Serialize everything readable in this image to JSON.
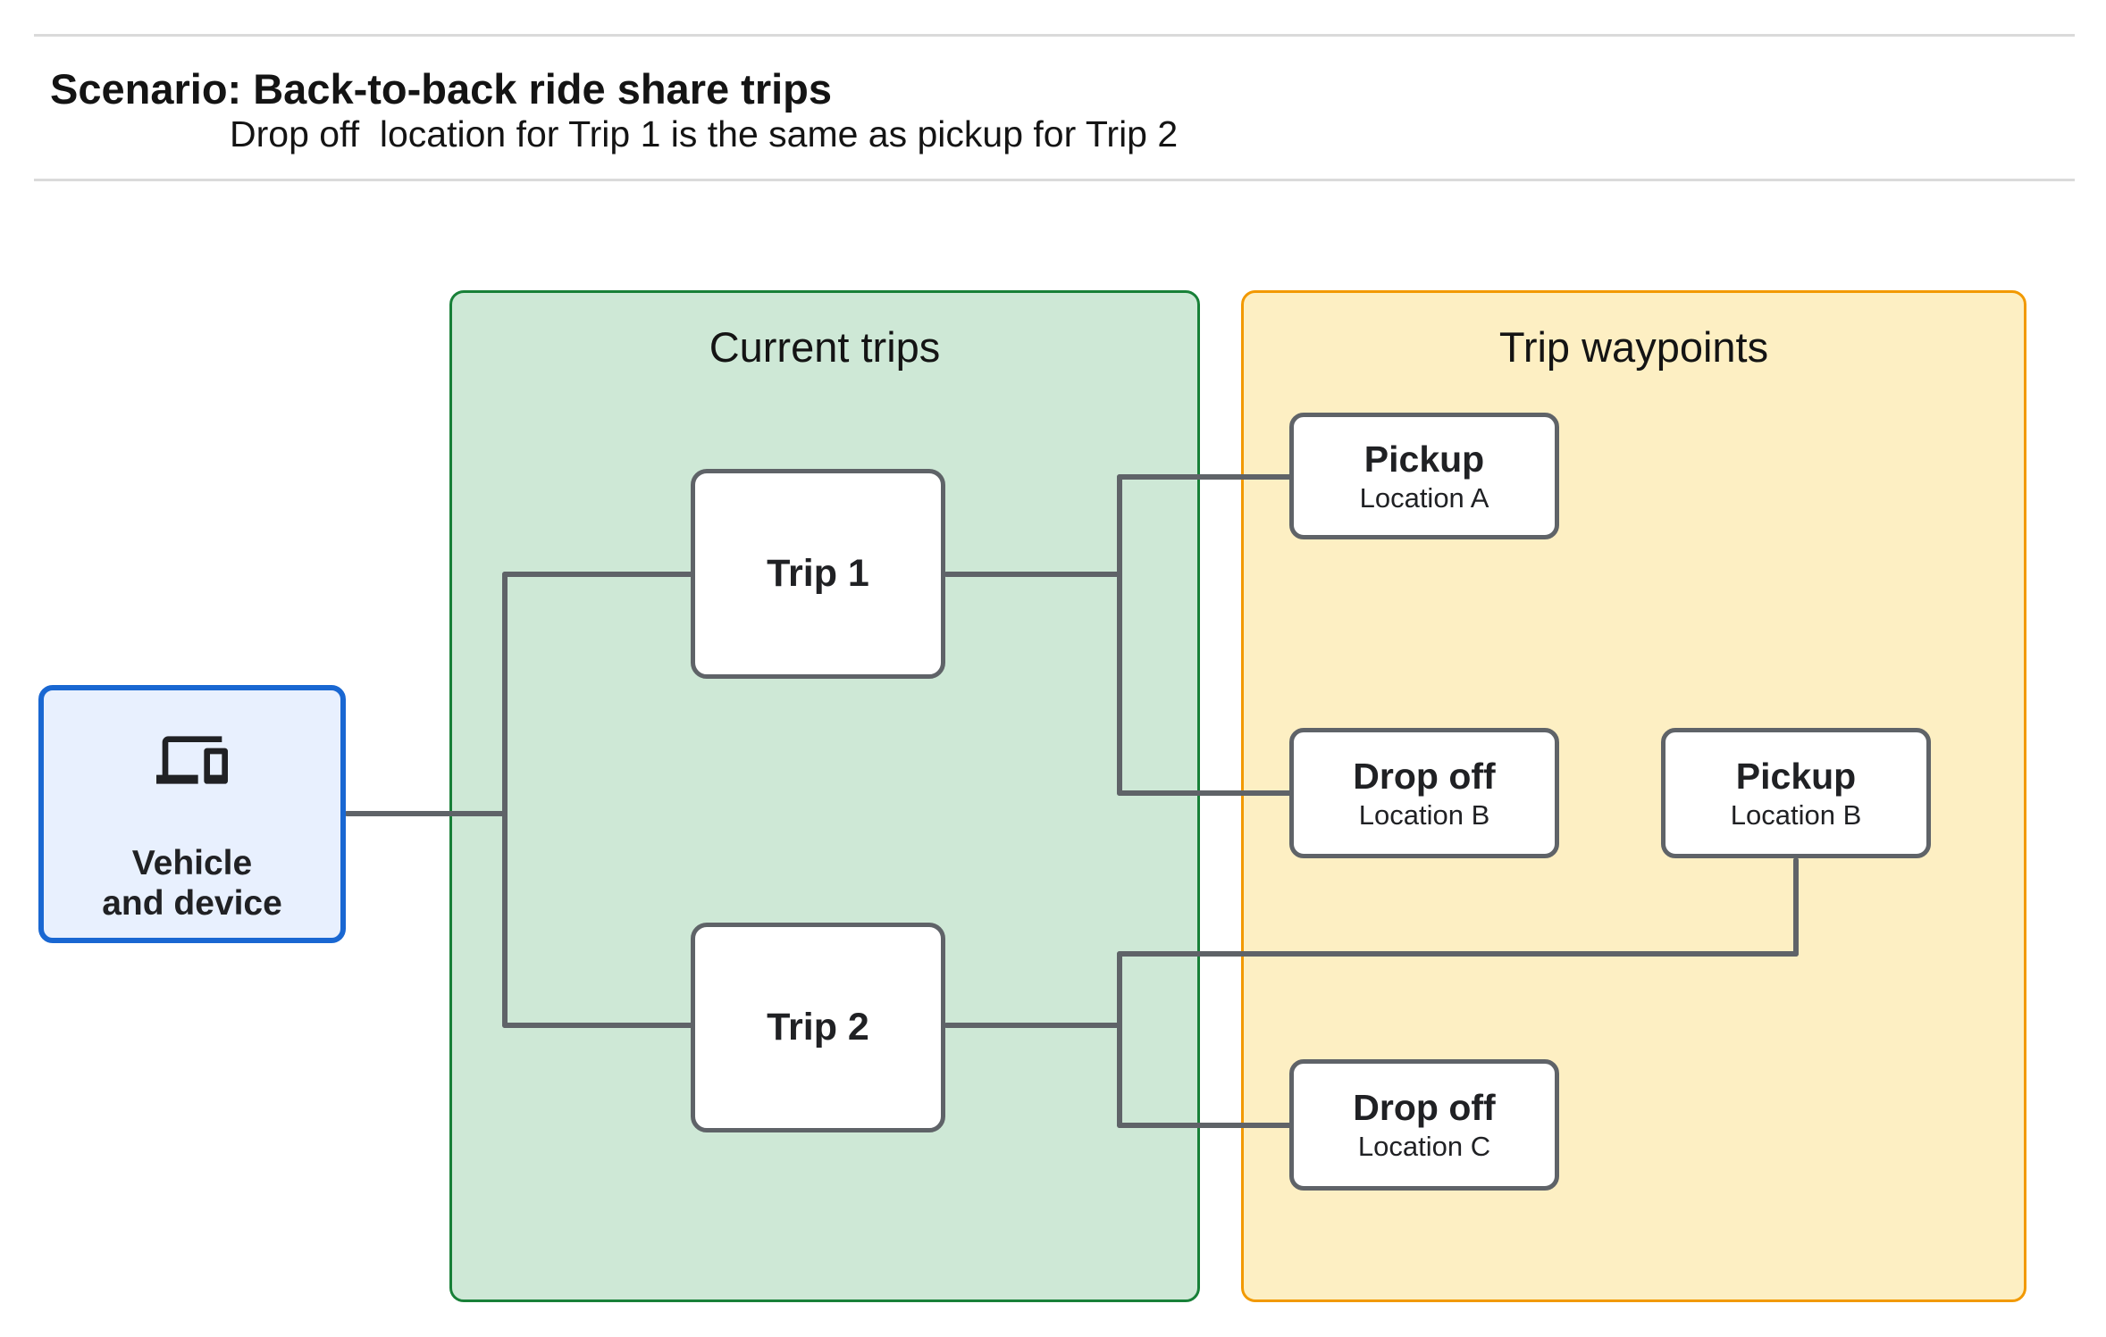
{
  "header": {
    "title": "Scenario: Back-to-back ride share trips",
    "subtitle": "Drop off  location for Trip 1 is the same as pickup for Trip 2"
  },
  "groups": {
    "current_trips": {
      "title": "Current trips",
      "fill": "#cee8d6",
      "border": "#188038"
    },
    "trip_waypoints": {
      "title": "Trip waypoints",
      "fill": "#fdefc3",
      "border": "#f29900"
    }
  },
  "nodes": {
    "vehicle": {
      "line1": "Vehicle",
      "line2": "and device",
      "icon": "devices-icon",
      "fill": "#e8f0fe",
      "border": "#1967d2"
    },
    "trip1": {
      "label": "Trip 1"
    },
    "trip2": {
      "label": "Trip 2"
    },
    "pickup_a": {
      "title": "Pickup",
      "subtitle": "Location A"
    },
    "dropoff_b": {
      "title": "Drop off",
      "subtitle": "Location B"
    },
    "pickup_b": {
      "title": "Pickup",
      "subtitle": "Location B"
    },
    "dropoff_c": {
      "title": "Drop off",
      "subtitle": "Location C"
    }
  },
  "edges": [
    {
      "from": "vehicle",
      "to": "trip1"
    },
    {
      "from": "vehicle",
      "to": "trip2"
    },
    {
      "from": "trip1",
      "to": "pickup_a"
    },
    {
      "from": "trip1",
      "to": "dropoff_b"
    },
    {
      "from": "pickup_b",
      "to": "trip2"
    },
    {
      "from": "trip2",
      "to": "dropoff_c"
    }
  ],
  "connector_color": "#5f6368"
}
